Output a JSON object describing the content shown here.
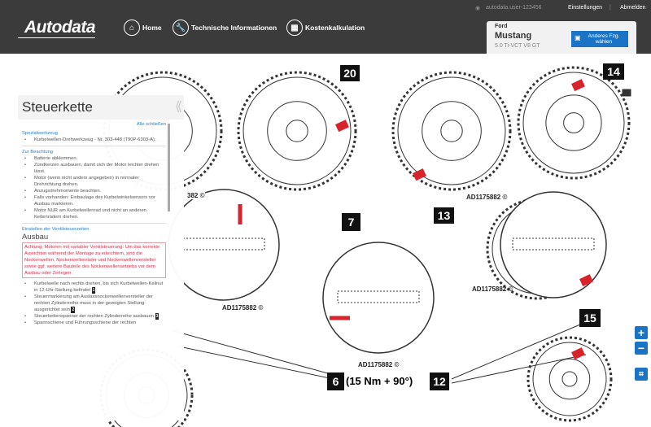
{
  "header": {
    "logo": "Autodata",
    "nav": [
      {
        "label": "Home",
        "icon": "home-icon"
      },
      {
        "label": "Technische Informationen",
        "icon": "wrench-icon"
      },
      {
        "label": "Kostenkalkulation",
        "icon": "calculator-icon"
      }
    ],
    "user": "autodata.user-123456",
    "settings": "Einstellungen",
    "logout": "Abmelden"
  },
  "vehicle": {
    "make": "Ford",
    "model": "Mustang",
    "engine": "5.0 Ti-VCT V8 GT",
    "change_button": "Anderes Fzg. wählen"
  },
  "panel": {
    "title": "Steuerkette",
    "close_all": "Alle schließen",
    "special_tools_heading": "Spezialwerkzeug",
    "special_tools": [
      "Kurbelwellen-Drehwerkzeug - Nr. 303-448 (T90P-6303-A)."
    ],
    "notes_heading": "Zur Beachtung",
    "notes": [
      "Batterie abklemmen.",
      "Zündkerzen ausbauen, damit sich der Motor leichter drehen lässt.",
      "Motor (wenn nicht anders angegeben) in normaler Drehrichtung drehen.",
      "Anzugsdrehmomente beachten.",
      "Falls vorhanden: Einbaulage des Kurbelwinkelsensors vor Ausbau markieren.",
      "Motor NUR am Kurbelwellenrad und nicht an anderen Kettenrädern drehen."
    ],
    "timing_heading": "Einstellen der Ventilsteuerzeiten",
    "removal_heading": "Ausbau",
    "warning": "Achtung: Motoren mit variabler Ventilsteuerung: Um das korrekte Ausrichten während der Montage zu erleichtern, sind die Nockenwellen, Nockenwellenräder und Nockenwellenversteller sowie ggf. weitere Bauteile des Nockenwellenantriebs vor dem Ausbau oder Zerlegen",
    "steps": [
      {
        "text": "Kurbelwelle nach rechts drehen, bis sich Kurbelwellen-Keilnut in 12-Uhr-Stellung befindet",
        "ref": "1"
      },
      {
        "text": "Steuermarkierung am Auslassnockenwellenversteller der rechten Zylinderreihe muss in der gezeigten Stellung ausgerichtet sein",
        "ref": "2"
      },
      {
        "text": "Steuerkettenspanner der rechten Zylinderreihe ausbauen",
        "ref": "3"
      },
      {
        "text": "Spannschiene und Führungsschiene der rechten",
        "ref": ""
      }
    ]
  },
  "diagram": {
    "callouts": [
      "20",
      "14",
      "13",
      "7",
      "15",
      "6",
      "12"
    ],
    "torque": "(15 Nm + 90°)",
    "copyright": "AD1175882 ©",
    "copyright_partial": "382 ©",
    "mark_color": "#d8232a"
  },
  "zoom_controls": {
    "zoom_in": "+",
    "zoom_out": "−",
    "fit": "fit-icon"
  }
}
